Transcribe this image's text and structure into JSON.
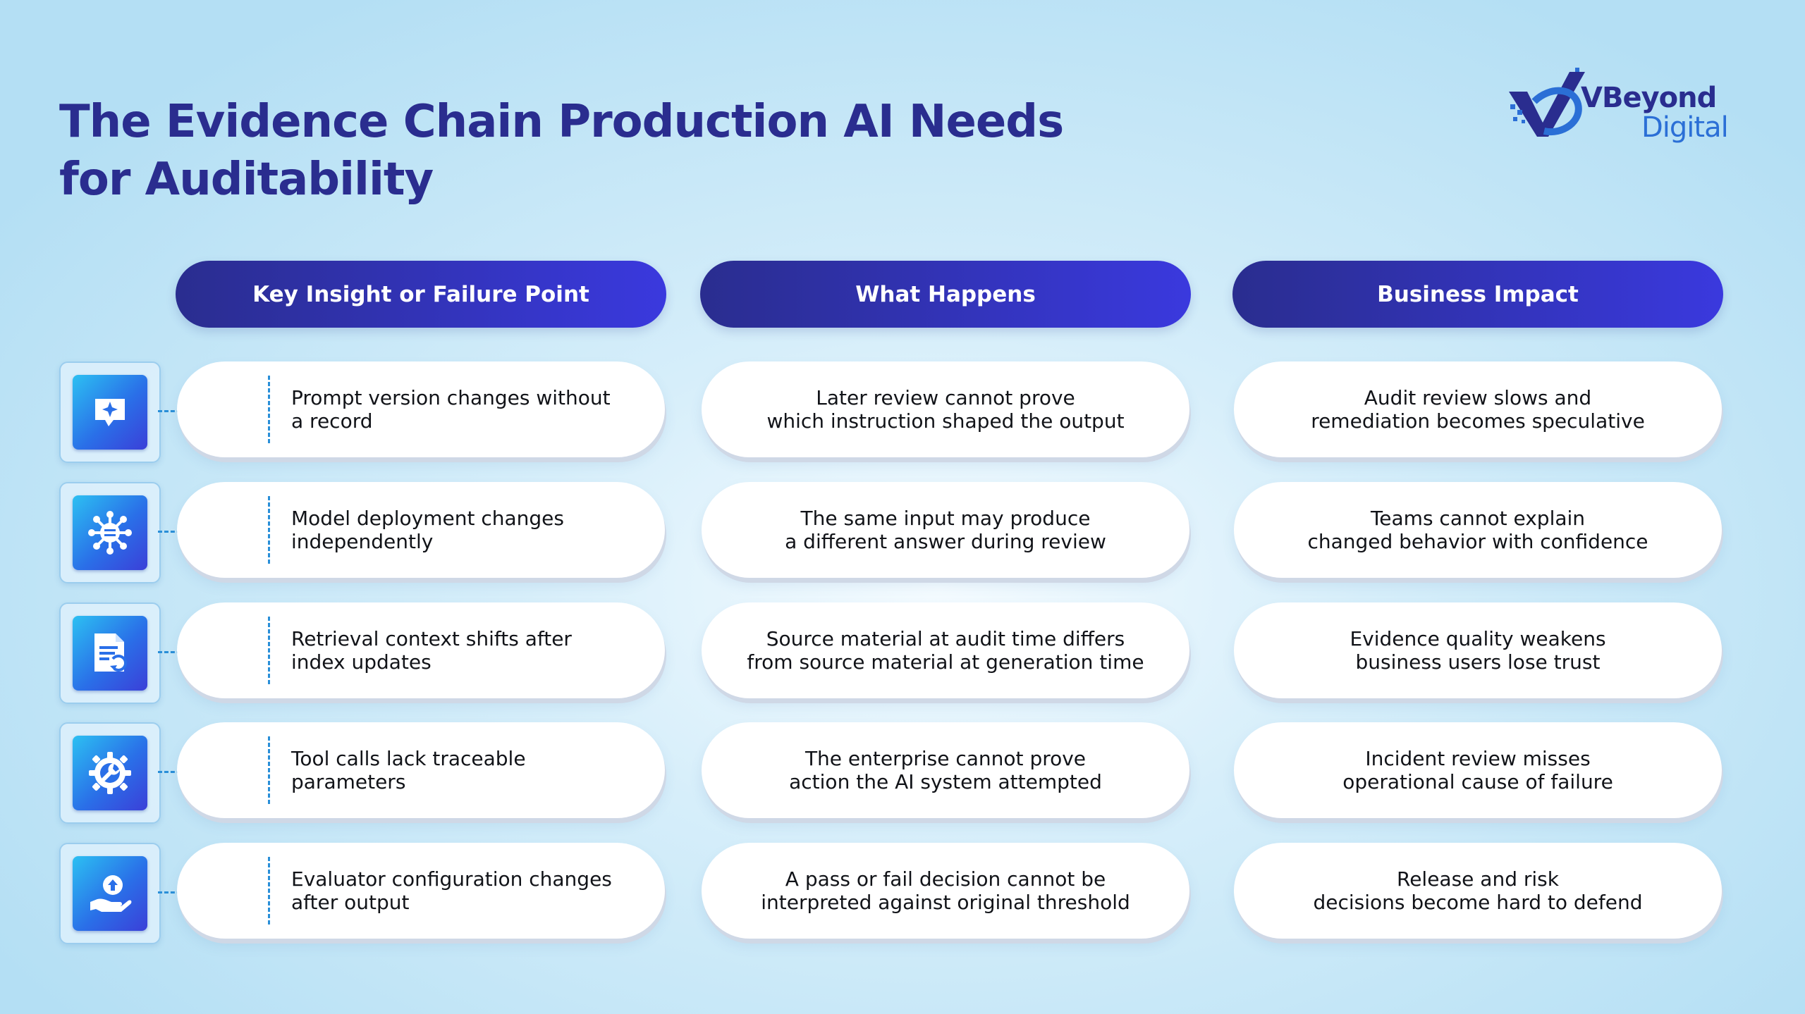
{
  "title": {
    "line1": "The Evidence Chain Production AI Needs",
    "line2": "for Auditability"
  },
  "logo": {
    "line1": "VBeyond",
    "line2": "Digital"
  },
  "headers": {
    "col1": "Key Insight or Failure Point",
    "col2": "What Happens",
    "col3": "Business Impact"
  },
  "rows": [
    {
      "icon": "chat-sparkle-icon",
      "insight": "Prompt version changes without\na record",
      "happens": "Later review cannot prove\nwhich instruction shaped the output",
      "impact": "Audit review slows and\nremediation becomes speculative"
    },
    {
      "icon": "network-hub-icon",
      "insight": "Model deployment changes\nindependently",
      "happens": "The same input may produce\na different answer during review",
      "impact": "Teams cannot explain\nchanged behavior with confidence"
    },
    {
      "icon": "document-refresh-icon",
      "insight": "Retrieval context shifts after\nindex updates",
      "happens": "Source material at audit time differs\nfrom source material at generation time",
      "impact": "Evidence quality weakens\nbusiness users lose trust"
    },
    {
      "icon": "wrench-gear-icon",
      "insight": "Tool calls lack traceable\nparameters",
      "happens": "The enterprise cannot prove\naction the AI system attempted",
      "impact": "Incident review misses\noperational cause of failure"
    },
    {
      "icon": "hand-upload-icon",
      "insight": "Evaluator configuration changes\nafter output",
      "happens": "A pass or fail decision cannot be\ninterpreted against original threshold",
      "impact": "Release and risk\ndecisions become hard to defend"
    }
  ]
}
